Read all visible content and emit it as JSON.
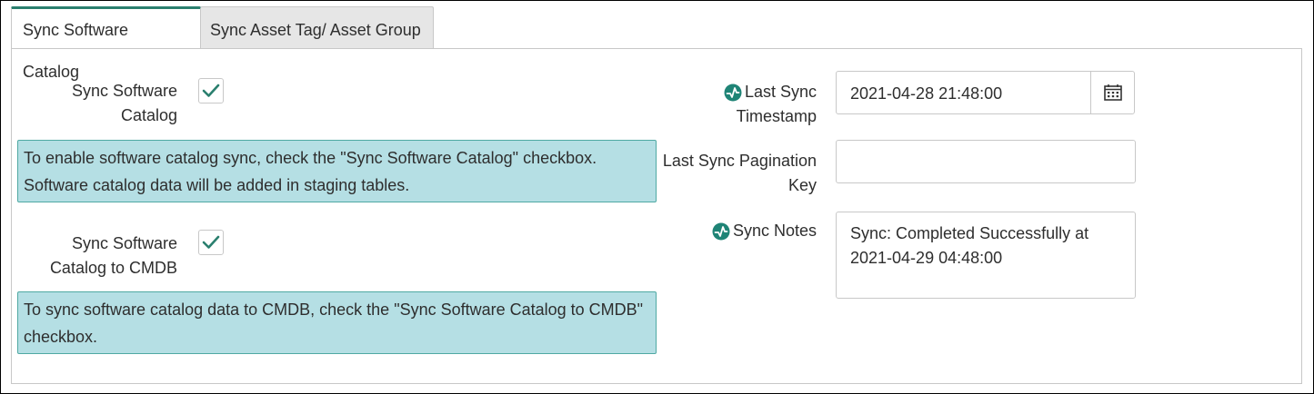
{
  "tabs": [
    {
      "label": "Sync Software Catalog"
    },
    {
      "label": "Sync Asset Tag/ Asset Group"
    }
  ],
  "left": {
    "sync_catalog_label_line1": "Sync Software",
    "sync_catalog_label_line2": "Catalog",
    "sync_catalog_info_line1": "To enable software catalog sync, check the \"Sync Software Catalog\" checkbox.",
    "sync_catalog_info_line2": "Software catalog data will be added in staging tables.",
    "sync_cmdb_label_line1": "Sync Software",
    "sync_cmdb_label_line2": "Catalog to CMDB",
    "sync_cmdb_info_line1": "To sync software catalog data to CMDB, check the \"Sync Software Catalog to CMDB\"",
    "sync_cmdb_info_line2": "checkbox."
  },
  "right": {
    "last_sync_label_line1": "Last Sync",
    "last_sync_label_line2": "Timestamp",
    "last_sync_value": "2021-04-28 21:48:00",
    "pagination_label_line1": "Last Sync Pagination",
    "pagination_label_line2": "Key",
    "pagination_value": "",
    "notes_label": "Sync Notes",
    "notes_value_line1": "Sync: Completed Successfully at",
    "notes_value_line2": "2021-04-29 04:48:00"
  },
  "icons": {
    "checkmark": "check-icon",
    "calendar": "calendar-icon",
    "status": "field-status-icon"
  },
  "colors": {
    "accent": "#2a7f6e",
    "info_bg": "#b5dfe4",
    "status_icon": "#1f8476"
  }
}
